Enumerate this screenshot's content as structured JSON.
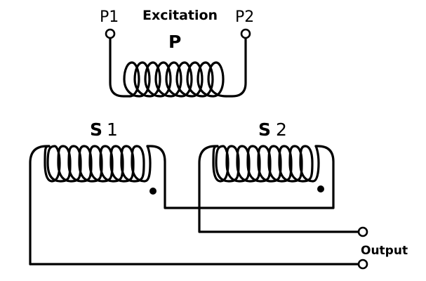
{
  "labels": {
    "p1": "P1",
    "p2": "P2",
    "excitation": "Excitation",
    "primary": "P",
    "s1_letter": "S",
    "s1_number": "1",
    "s2_letter": "S",
    "s2_number": "2",
    "output": "Output"
  }
}
